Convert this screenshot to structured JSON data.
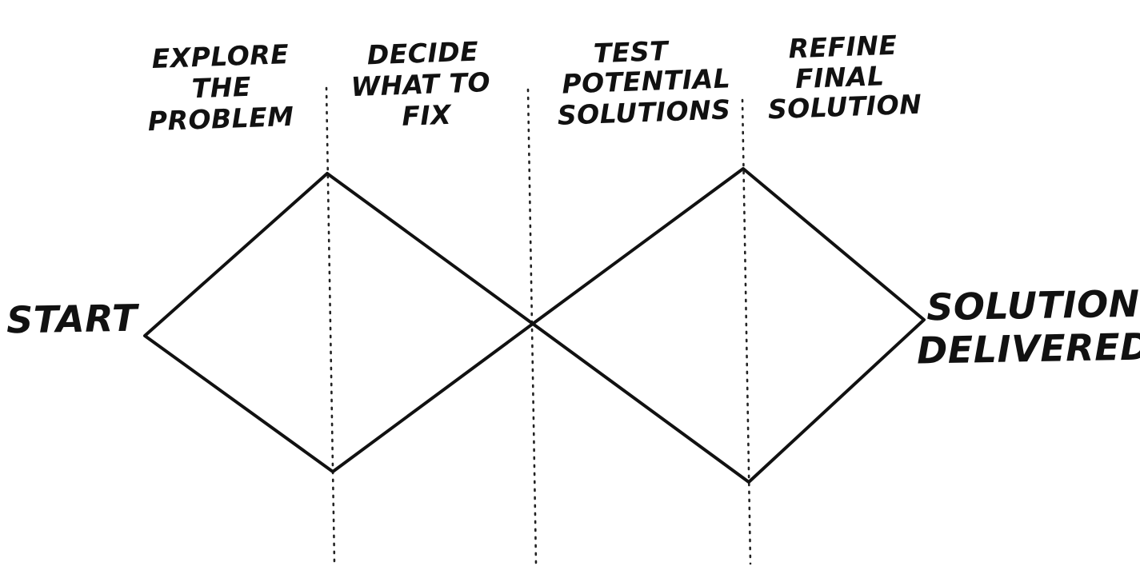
{
  "start_label": "START",
  "end_label": [
    "SOLUTION",
    "DELIVERED"
  ],
  "phases": [
    {
      "lines": [
        "EXPLORE",
        "THE",
        "PROBLEM"
      ]
    },
    {
      "lines": [
        "DECIDE",
        "WHAT TO",
        "FIX"
      ]
    },
    {
      "lines": [
        "TEST",
        "POTENTIAL",
        "SOLUTIONS"
      ]
    },
    {
      "lines": [
        "REFINE",
        "FINAL",
        "SOLUTION"
      ]
    }
  ],
  "colors": {
    "ink": "#111111",
    "background": "#ffffff"
  }
}
